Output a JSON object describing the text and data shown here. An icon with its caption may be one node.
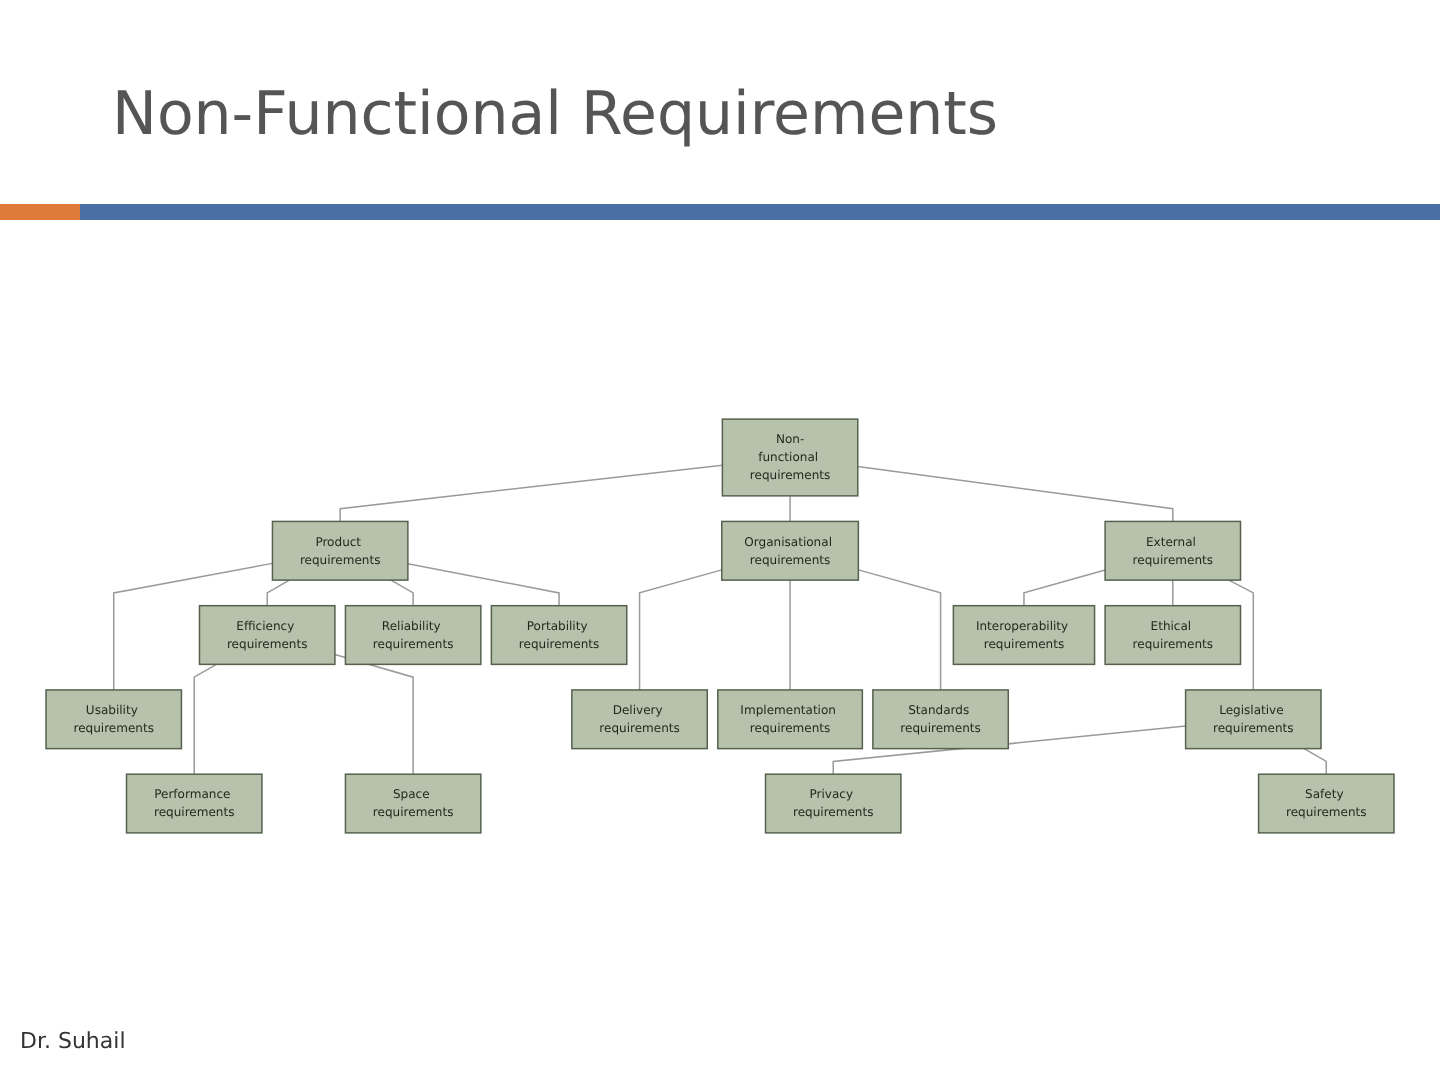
{
  "diagram": {
    "title": "Non-Functional Requirements",
    "nodes": [
      {
        "text": [
          "Non-functional requirements"
        ]
      },
      {
        "text": [
          "Product requirements"
        ]
      },
      {
        "text": [
          "Organisational requirements"
        ]
      },
      {
        "text": [
          "External requirements"
        ]
      },
      {
        "text": [
          "Efficiency requirements"
        ]
      },
      {
        "text": [
          "Reliability requirements"
        ]
      },
      {
        "text": [
          "Portability requirements"
        ]
      },
      {
        "text": [
          "Interoperability requirements"
        ]
      },
      {
        "text": [
          "Ethical requirements"
        ]
      },
      {
        "text": [
          "Usability requirements"
        ]
      },
      {
        "text": [
          "Delivery requirements"
        ]
      },
      {
        "text": [
          "Implementation requirements"
        ]
      },
      {
        "text": [
          "Standards requirements"
        ]
      },
      {
        "text": [
          "Legislative requirements"
        ]
      },
      {
        "text": [
          "Performance requirements"
        ]
      },
      {
        "text": [
          "Space requirements"
        ]
      },
      {
        "text": [
          "Privacy requirements"
        ]
      },
      {
        "text": [
          "Safety requirements"
        ]
      }
    ],
    "edges": [
      {
        "from": 0,
        "to": 1,
        "arrow": "none"
      },
      {
        "from": 0,
        "to": 2,
        "arrow": "none"
      },
      {
        "from": 0,
        "to": 3,
        "arrow": "none"
      },
      {
        "from": 1,
        "to": 9,
        "arrow": "none"
      },
      {
        "from": 1,
        "to": 4,
        "arrow": "none"
      },
      {
        "from": 1,
        "to": 5,
        "arrow": "none"
      },
      {
        "from": 1,
        "to": 6,
        "arrow": "none"
      },
      {
        "from": 2,
        "to": 10,
        "arrow": "none"
      },
      {
        "from": 2,
        "to": 11,
        "arrow": "none"
      },
      {
        "from": 2,
        "to": 12,
        "arrow": "none"
      },
      {
        "from": 3,
        "to": 7,
        "arrow": "none"
      },
      {
        "from": 3,
        "to": 8,
        "arrow": "none"
      },
      {
        "from": 3,
        "to": 13,
        "arrow": "none"
      },
      {
        "from": 4,
        "to": 14,
        "arrow": "none"
      },
      {
        "from": 4,
        "to": 15,
        "arrow": "none"
      },
      {
        "from": 13,
        "to": 16,
        "arrow": "none"
      },
      {
        "from": 13,
        "to": 17,
        "arrow": "none"
      }
    ],
    "labels": [
      "Dr. Suhail"
    ]
  }
}
